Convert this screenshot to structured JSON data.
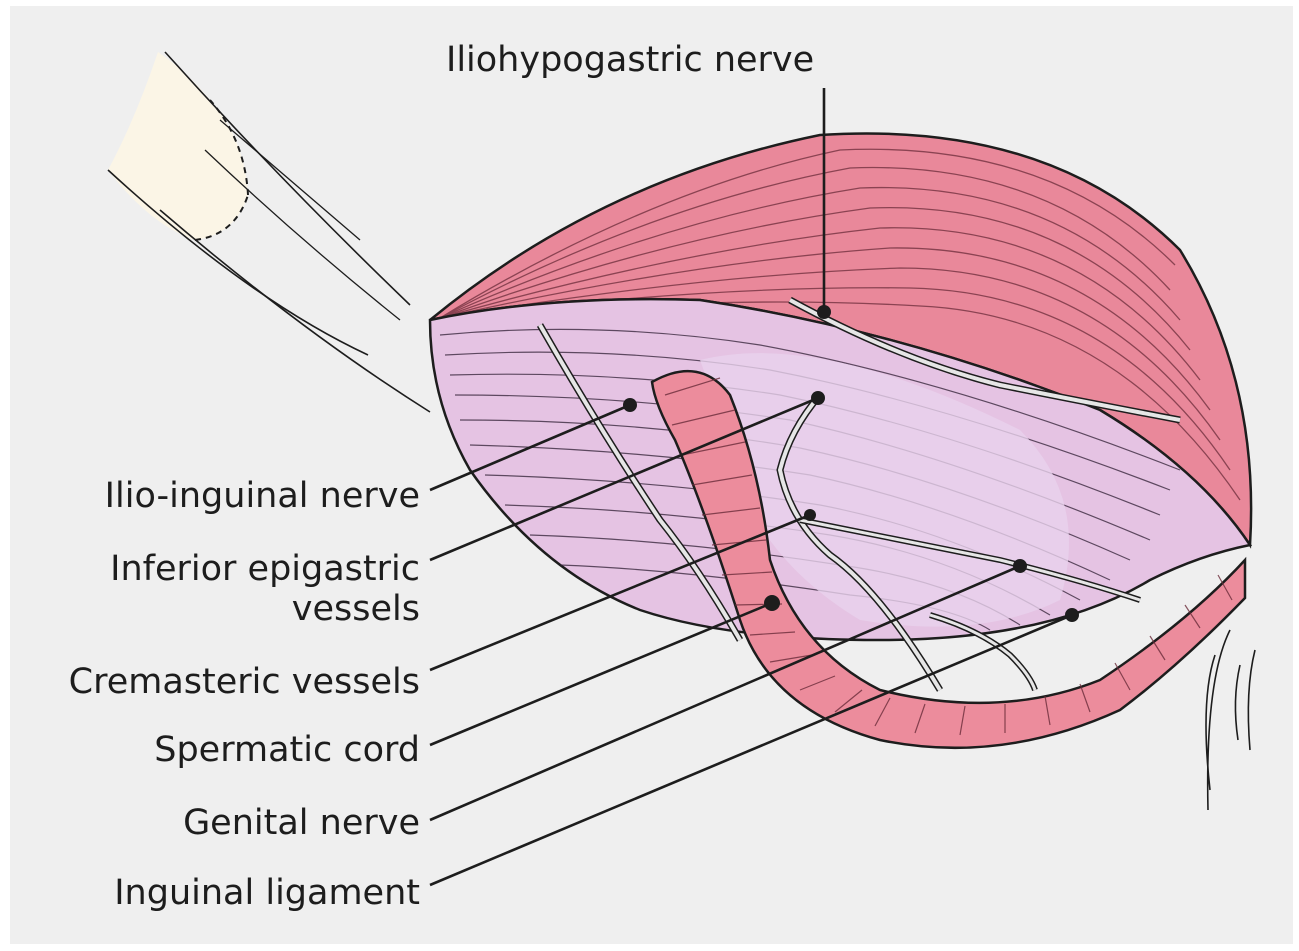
{
  "colors": {
    "background": "#efefef",
    "muscle": "#e9889a",
    "muscle_inner": "#e5c3e3",
    "cord": "#ec8c9c",
    "skin": "#fbf5e6",
    "ink": "#1d1d1d"
  },
  "labels": {
    "iliohypogastric_nerve": "Iliohypogastric nerve",
    "ilio_inguinal_nerve": "Ilio-inguinal nerve",
    "inferior_epigastric_line1": "Inferior epigastric",
    "inferior_epigastric_line2": "vessels",
    "cremasteric_vessels": "Cremasteric vessels",
    "spermatic_cord": "Spermatic cord",
    "genital_nerve": "Genital nerve",
    "inguinal_ligament": "Inguinal ligament"
  }
}
